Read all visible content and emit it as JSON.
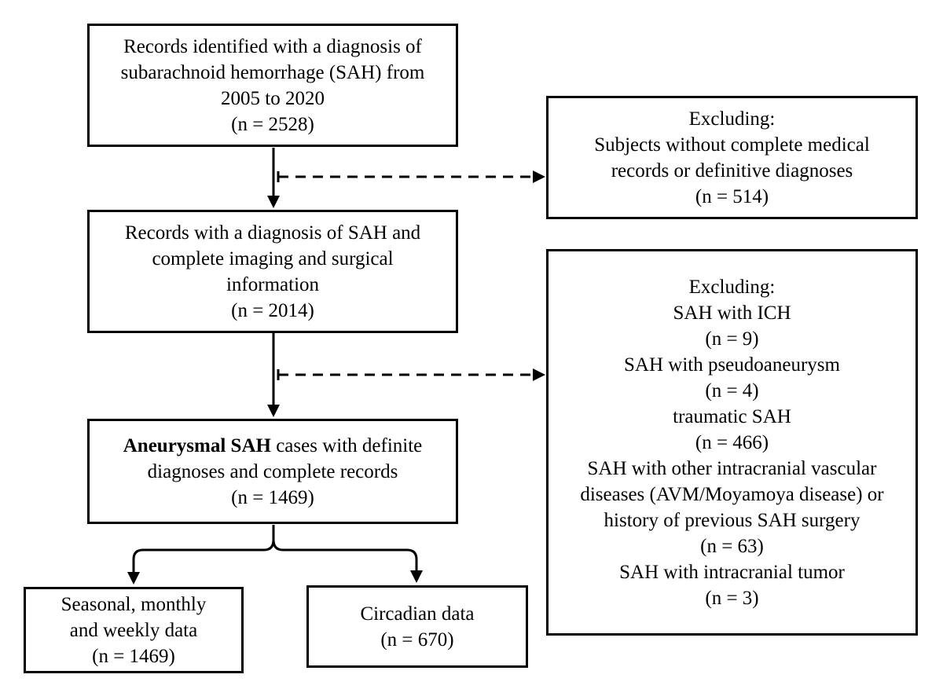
{
  "diagram": {
    "type": "flowchart",
    "background_color": "#ffffff",
    "line_color": "#000000",
    "boxes": {
      "identified": {
        "text": [
          "Records identified with a diagnosis of",
          "subarachnoid hemorrhage (SAH) from",
          "2005 to 2020",
          "(n = 2528)"
        ],
        "n": 2528
      },
      "excluding_1": {
        "text": [
          "Excluding:",
          "Subjects without complete medical",
          "records or definitive diagnoses",
          "(n = 514)"
        ],
        "n": 514
      },
      "diagnosis_complete": {
        "text": [
          "Records with a diagnosis of SAH and",
          "complete imaging and surgical",
          "information",
          "(n = 2014)"
        ],
        "n": 2014
      },
      "excluding_2": {
        "text": [
          "Excluding:",
          "SAH with ICH",
          "(n = 9)",
          "SAH with pseudoaneurysm",
          "(n = 4)",
          "traumatic SAH",
          "(n = 466)",
          "SAH with other intracranial vascular",
          "diseases (AVM/Moyamoya disease) or",
          "history of previous SAH surgery",
          "(n = 63)",
          "SAH with intracranial tumor",
          "(n = 3)"
        ],
        "exclusion_counts": {
          "sah_with_ich": 9,
          "pseudoaneurysm": 4,
          "traumatic_sah": 466,
          "other_vascular_or_prior_surgery": 63,
          "intracranial_tumor": 3
        }
      },
      "aneurysmal": {
        "bold_text": "Aneurysmal SAH",
        "rest_text": [
          " cases with definite",
          "diagnoses and complete records",
          "(n = 1469)"
        ],
        "n": 1469
      },
      "seasonal": {
        "text": [
          "Seasonal, monthly",
          "and weekly data",
          "(n = 1469)"
        ],
        "n": 1469
      },
      "circadian": {
        "text": [
          "Circadian data",
          "(n = 670)"
        ],
        "n": 670
      }
    }
  }
}
